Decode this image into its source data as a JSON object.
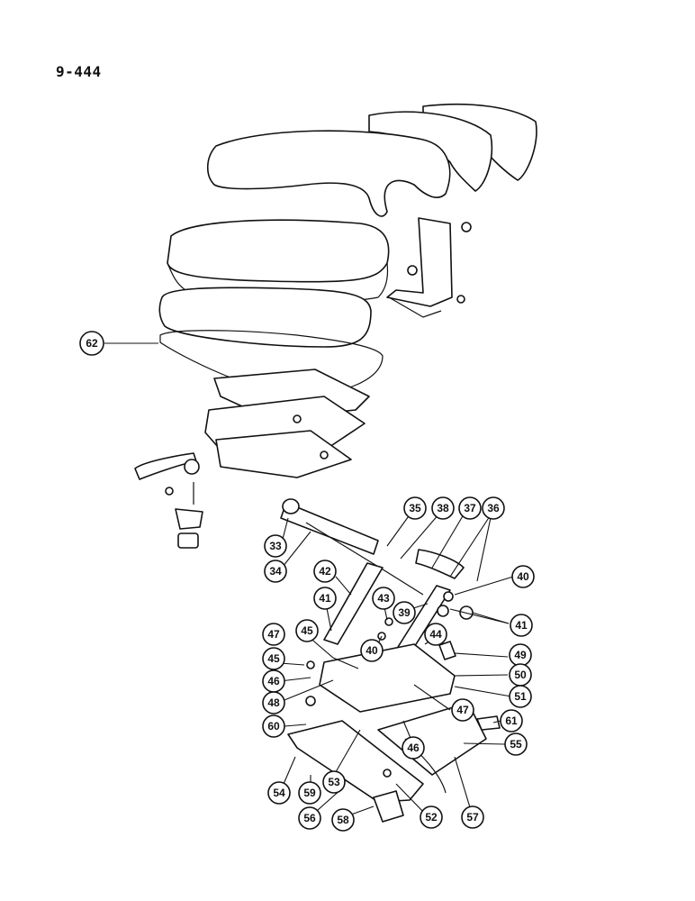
{
  "page_title": "9-444",
  "callouts": [
    {
      "id": "c62",
      "label": "62"
    },
    {
      "id": "c33",
      "label": "33"
    },
    {
      "id": "c34",
      "label": "34"
    },
    {
      "id": "c35",
      "label": "35"
    },
    {
      "id": "c38",
      "label": "38"
    },
    {
      "id": "c37",
      "label": "37"
    },
    {
      "id": "c36",
      "label": "36"
    },
    {
      "id": "c40a",
      "label": "40"
    },
    {
      "id": "c42",
      "label": "42"
    },
    {
      "id": "c41a",
      "label": "41"
    },
    {
      "id": "c43",
      "label": "43"
    },
    {
      "id": "c39",
      "label": "39"
    },
    {
      "id": "c41b",
      "label": "41"
    },
    {
      "id": "c47a",
      "label": "47"
    },
    {
      "id": "c45a",
      "label": "45"
    },
    {
      "id": "c44",
      "label": "44"
    },
    {
      "id": "c49",
      "label": "49"
    },
    {
      "id": "c40b",
      "label": "40"
    },
    {
      "id": "c45b",
      "label": "45"
    },
    {
      "id": "c46a",
      "label": "46"
    },
    {
      "id": "c50",
      "label": "50"
    },
    {
      "id": "c48",
      "label": "48"
    },
    {
      "id": "c51",
      "label": "51"
    },
    {
      "id": "c47b",
      "label": "47"
    },
    {
      "id": "c60",
      "label": "60"
    },
    {
      "id": "c61",
      "label": "61"
    },
    {
      "id": "c46b",
      "label": "46"
    },
    {
      "id": "c55",
      "label": "55"
    },
    {
      "id": "c53",
      "label": "53"
    },
    {
      "id": "c54",
      "label": "54"
    },
    {
      "id": "c59",
      "label": "59"
    },
    {
      "id": "c56",
      "label": "56"
    },
    {
      "id": "c58",
      "label": "58"
    },
    {
      "id": "c52",
      "label": "52"
    },
    {
      "id": "c57",
      "label": "57"
    }
  ]
}
